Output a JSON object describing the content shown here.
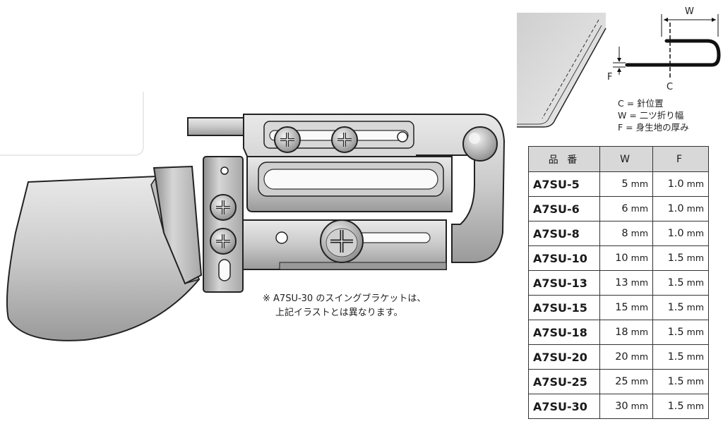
{
  "note": {
    "line1": "※ A7SU-30 のスイングブラケットは、",
    "line2": "上記イラストとは異なります。"
  },
  "diagram": {
    "label_w": "W",
    "label_f": "F",
    "label_c": "C"
  },
  "legend": [
    "C = 針位置",
    "W = 二ツ折り幅",
    "F = 身生地の厚み"
  ],
  "table": {
    "headers": [
      "品 番",
      "W",
      "F"
    ],
    "unit": "mm",
    "rows": [
      {
        "model": "A7SU-5",
        "w": "5",
        "f": "1.0"
      },
      {
        "model": "A7SU-6",
        "w": "6",
        "f": "1.0"
      },
      {
        "model": "A7SU-8",
        "w": "8",
        "f": "1.0"
      },
      {
        "model": "A7SU-10",
        "w": "10",
        "f": "1.5"
      },
      {
        "model": "A7SU-13",
        "w": "13",
        "f": "1.5"
      },
      {
        "model": "A7SU-15",
        "w": "15",
        "f": "1.5"
      },
      {
        "model": "A7SU-18",
        "w": "18",
        "f": "1.5"
      },
      {
        "model": "A7SU-20",
        "w": "20",
        "f": "1.5"
      },
      {
        "model": "A7SU-25",
        "w": "25",
        "f": "1.5"
      },
      {
        "model": "A7SU-30",
        "w": "30",
        "f": "1.5"
      }
    ]
  }
}
